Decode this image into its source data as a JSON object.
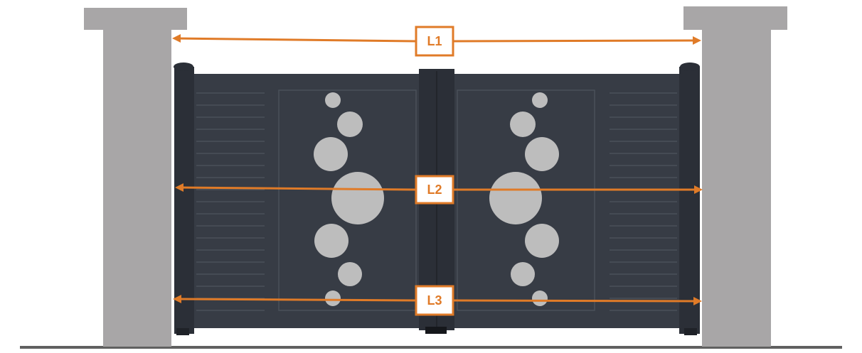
{
  "diagram": {
    "colors": {
      "pillar": "#a8a6a7",
      "gate": "#373c45",
      "gate_dark": "#2b2f37",
      "gate_line": "#4a505a",
      "circle": "#bdbdbd",
      "dimension": "#e07b28",
      "ground": "#606060",
      "background": "#ffffff"
    },
    "dimensions": [
      {
        "id": "l1",
        "label": "L1"
      },
      {
        "id": "l2",
        "label": "L2"
      },
      {
        "id": "l3",
        "label": "L3"
      }
    ]
  }
}
